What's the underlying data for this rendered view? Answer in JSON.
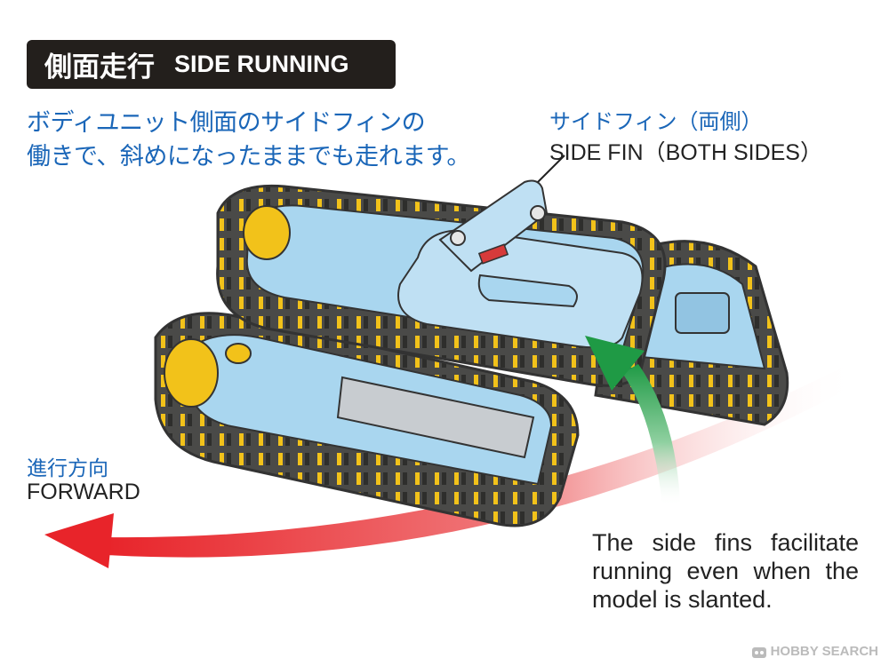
{
  "title": {
    "jp": "側面走行",
    "en": "SIDE RUNNING"
  },
  "description_jp_line1": "ボディユニット側面のサイドフィンの",
  "description_jp_line2": "働きで、斜めになったままでも走れます。",
  "callout": {
    "jp": "サイドフィン（両側）",
    "en": "SIDE FIN（BOTH SIDES）"
  },
  "direction": {
    "jp": "進行方向",
    "en": "FORWARD"
  },
  "note_en": "The side fins facilitate running even when the model is slanted.",
  "watermark": "HOBBY SEARCH",
  "colors": {
    "title_bg": "#231f1c",
    "text_blue": "#1a66b8",
    "body_blue": "#a9d6ef",
    "track": "#4a4a48",
    "wheel_yellow": "#f2c21a",
    "arrow_red": "#e8242a",
    "arrow_green": "#2e9e4a"
  }
}
